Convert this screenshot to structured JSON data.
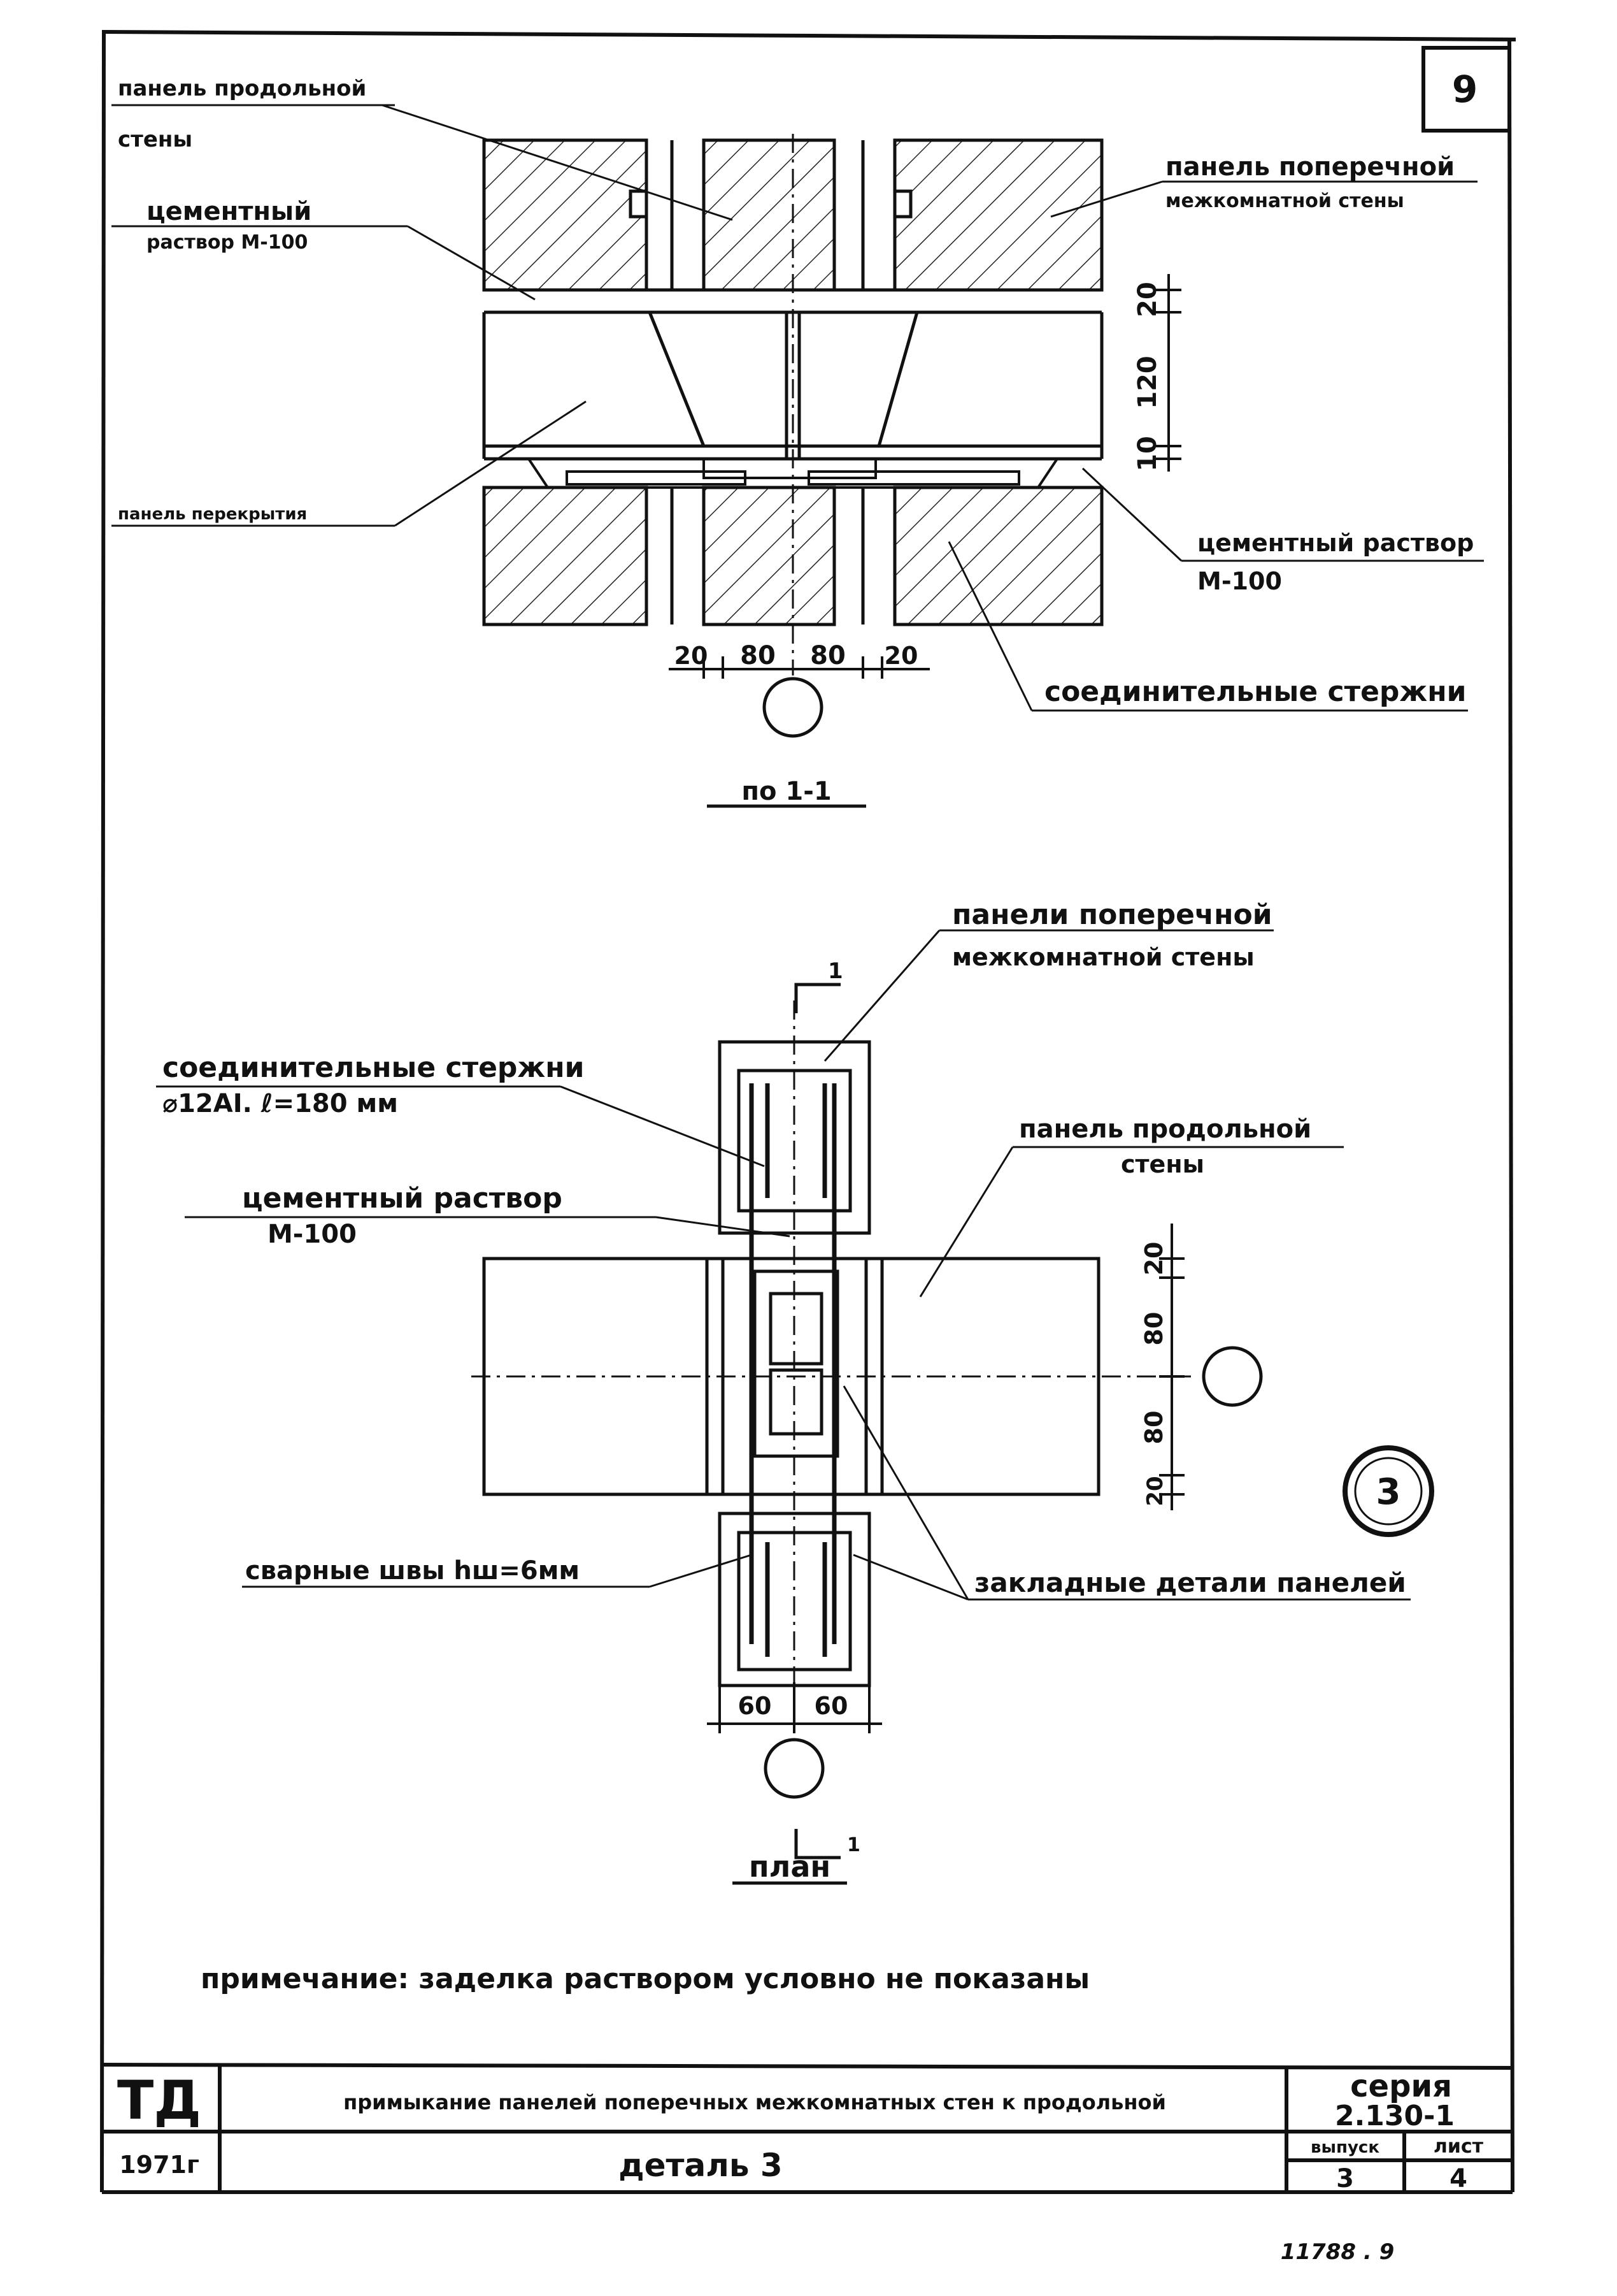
{
  "sheet_corner": {
    "sheet_mark": "9"
  },
  "section": {
    "labels": {
      "panel_longitudinal": [
        "панель продольной",
        "стены"
      ],
      "cement_mortar_left": [
        "цементный",
        "раствор М-100"
      ],
      "panel_transverse": [
        "панель поперечной",
        "межкомнатной стены"
      ],
      "floor_slab": "панель перекрытия",
      "cement_mortar_right": [
        "цементный раствор",
        "М-100"
      ],
      "connecting_rods": "соединительные стержни"
    },
    "dims_vertical": [
      "20",
      "120",
      "10"
    ],
    "dims_horizontal": [
      "20",
      "80",
      "80",
      "20"
    ],
    "title": "по 1-1"
  },
  "plan": {
    "labels": {
      "panels_transverse": [
        "панели поперечной",
        "межкомнатной стены"
      ],
      "connecting_rods": [
        "соединительные стержни",
        "⌀12АI. ℓ=180 мм"
      ],
      "panel_longitudinal": [
        "панель продольной",
        "стены"
      ],
      "cement_mortar": [
        "цементный раствор",
        "М-100"
      ],
      "weld_seams": "сварные швы hш=6мм",
      "embedded_parts": "закладные детали панелей"
    },
    "dims_vertical": [
      "20",
      "80",
      "80",
      "20"
    ],
    "dims_horizontal": [
      "60",
      "60"
    ],
    "section_mark": "1",
    "detail_marker": "3",
    "title": "план"
  },
  "note": "примечание: заделка раствором условно не показаны",
  "title_block": {
    "org": "ТД",
    "year": "1971г",
    "title": "примыкание панелей поперечных межкомнатных стен к продольной",
    "subtitle": "деталь 3",
    "series_label": "серия",
    "series_value": "2.130-1",
    "issue_label": "выпуск",
    "issue_value": "3",
    "sheet_label": "лист",
    "sheet_value": "4"
  },
  "footer_mark": "11788 . 9"
}
